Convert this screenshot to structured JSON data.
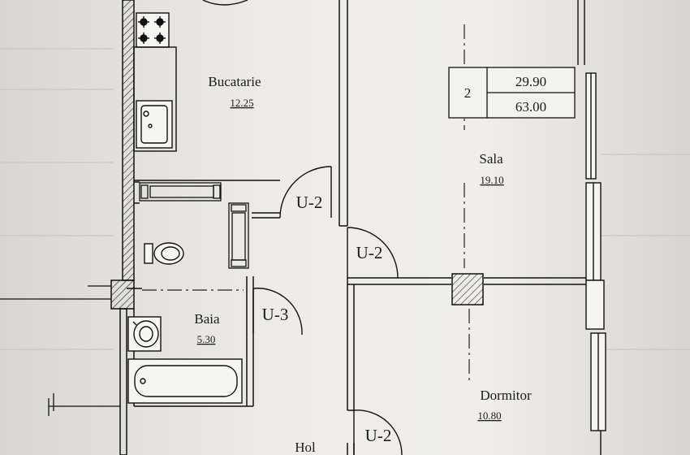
{
  "rooms": {
    "bucatarie": {
      "name": "Bucatarie",
      "area": "12.25"
    },
    "sala": {
      "name": "Sala",
      "area": "19.10"
    },
    "baia": {
      "name": "Baia",
      "area": "5.30"
    },
    "dormitor": {
      "name": "Dormitor",
      "area": "10.80"
    },
    "hol": {
      "name": "Hol"
    }
  },
  "summary_table": {
    "rooms_count": "2",
    "living_area": "29.90",
    "total_area": "63.00"
  },
  "doors": {
    "kitchen": "U-2",
    "living": "U-2",
    "bath": "U-3",
    "bedroom": "U-2"
  }
}
